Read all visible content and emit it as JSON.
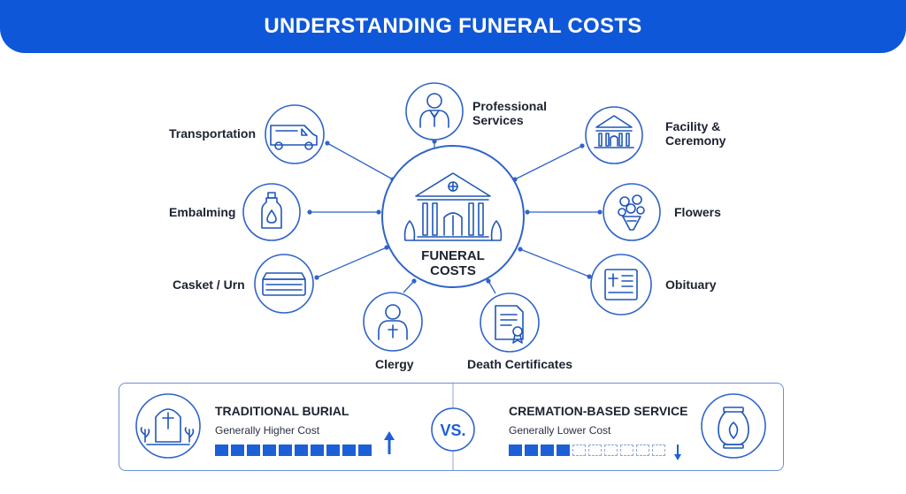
{
  "header": {
    "title": "UNDERSTANDING FUNERAL COSTS"
  },
  "center": {
    "line1": "FUNERAL",
    "line2": "COSTS",
    "icon": "funeral-home-icon"
  },
  "items": [
    {
      "key": "professional",
      "line1": "Professional",
      "line2": "Services",
      "icon": "funeral-director-icon"
    },
    {
      "key": "transportation",
      "line1": "Transportation",
      "line2": "",
      "icon": "hearse-van-icon"
    },
    {
      "key": "facility",
      "line1": "Facility &",
      "line2": "Ceremony",
      "icon": "chapel-building-icon"
    },
    {
      "key": "embalming",
      "line1": "Embalming",
      "line2": "",
      "icon": "embalming-bottle-icon"
    },
    {
      "key": "flowers",
      "line1": "Flowers",
      "line2": "",
      "icon": "flower-bouquet-icon"
    },
    {
      "key": "casket",
      "line1": "Casket / Urn",
      "line2": "",
      "icon": "casket-icon"
    },
    {
      "key": "obituary",
      "line1": "Obituary",
      "line2": "",
      "icon": "obituary-document-icon"
    },
    {
      "key": "clergy",
      "line1": "Clergy",
      "line2": "",
      "icon": "clergy-person-icon"
    },
    {
      "key": "certificates",
      "line1": "Death Certificates",
      "line2": "",
      "icon": "certificate-icon"
    }
  ],
  "comparison": {
    "vs_label": "VS.",
    "traditional": {
      "title": "TRADITIONAL BURIAL",
      "subtitle": "Generally Higher Cost",
      "cost_level": 10,
      "cost_max": 10,
      "icon": "gravestone-icon",
      "trend_icon": "arrow-up-icon"
    },
    "cremation": {
      "title": "CREMATION-BASED SERVICE",
      "subtitle": "Generally Lower Cost",
      "cost_level": 4,
      "cost_max": 10,
      "icon": "urn-icon",
      "trend_icon": "arrow-down-icon"
    }
  },
  "colors": {
    "primary": "#0e57d8",
    "line": "#2f64c9",
    "icon_stroke": "#1f56b8"
  }
}
